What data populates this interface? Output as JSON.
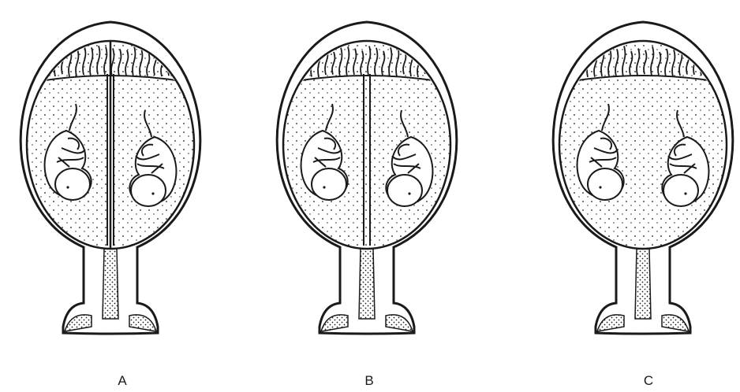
{
  "panels": [
    {
      "label": "A",
      "chorion": "two-placentas",
      "amnion": "two-sacs"
    },
    {
      "label": "B",
      "chorion": "single-placenta",
      "amnion": "two-sacs"
    },
    {
      "label": "C",
      "chorion": "single-placenta",
      "amnion": "single-sac"
    }
  ],
  "colors": {
    "ink": "#1a1a1a",
    "background": "#ffffff"
  }
}
